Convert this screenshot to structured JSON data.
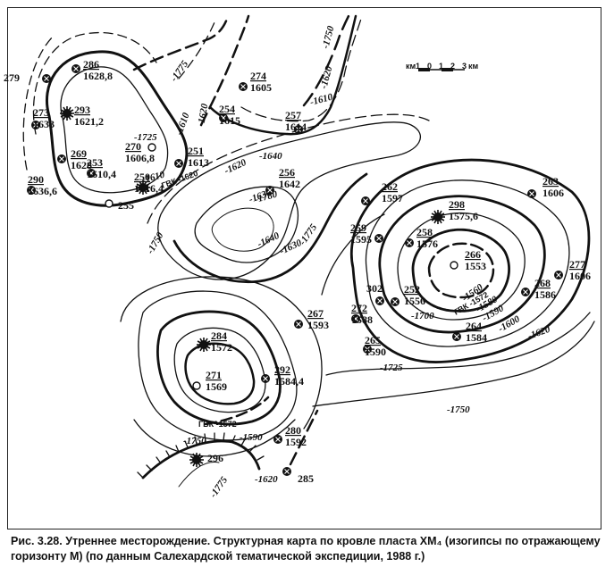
{
  "caption": "Рис. 3.28. Утреннее месторождение. Структурная карта по кровле пласта ХМ₄ (изогипсы по отражающему горизонту М) (по данным Салехардской тематической экспедиции, 1988 г.)",
  "scale": {
    "unit_left": "км",
    "ticks": [
      "1",
      "0",
      "1",
      "2",
      "3"
    ],
    "unit_right": "км"
  },
  "wells": [
    {
      "number": "279",
      "depth": "",
      "type": "dry"
    },
    {
      "number": "286",
      "depth": "1628,8",
      "type": "dry"
    },
    {
      "number": "293",
      "depth": "1621,2",
      "type": "gas"
    },
    {
      "number": "273",
      "depth": "1633",
      "type": "dry"
    },
    {
      "number": "269",
      "depth": "1628",
      "type": "dry"
    },
    {
      "number": "270",
      "depth": "1606,8",
      "type": "projected"
    },
    {
      "number": "251",
      "depth": "1613",
      "type": "dry"
    },
    {
      "number": "253",
      "depth": "1610,4",
      "type": "dry"
    },
    {
      "number": "290",
      "depth": "1636,6",
      "type": "dry"
    },
    {
      "number": "255",
      "depth": "",
      "type": "projected"
    },
    {
      "number": "250",
      "depth": "1616,4",
      "type": "gas"
    },
    {
      "number": "274",
      "depth": "1605",
      "type": "dry"
    },
    {
      "number": "254",
      "depth": "1615",
      "type": "dry"
    },
    {
      "number": "257",
      "depth": "1614",
      "type": "dry"
    },
    {
      "number": "256",
      "depth": "1642",
      "type": "dry"
    },
    {
      "number": "262",
      "depth": "1597",
      "type": "dry"
    },
    {
      "number": "298",
      "depth": "1575,6",
      "type": "gas"
    },
    {
      "number": "263",
      "depth": "1606",
      "type": "dry"
    },
    {
      "number": "259",
      "depth": "1595",
      "type": "dry"
    },
    {
      "number": "258",
      "depth": "1576",
      "type": "dry"
    },
    {
      "number": "266",
      "depth": "1553",
      "type": "projected"
    },
    {
      "number": "277",
      "depth": "1606",
      "type": "dry"
    },
    {
      "number": "268",
      "depth": "1586",
      "type": "dry"
    },
    {
      "number": "302",
      "depth": "",
      "type": "dry"
    },
    {
      "number": "252",
      "depth": "1556",
      "type": "dry"
    },
    {
      "number": "272",
      "depth": "1588",
      "type": "dry"
    },
    {
      "number": "267",
      "depth": "1593",
      "type": "dry"
    },
    {
      "number": "264",
      "depth": "1584",
      "type": "dry"
    },
    {
      "number": "265",
      "depth": "1590",
      "type": "dry"
    },
    {
      "number": "284",
      "depth": "1572",
      "type": "gas"
    },
    {
      "number": "271",
      "depth": "1569",
      "type": "projected"
    },
    {
      "number": "292",
      "depth": "1584,4",
      "type": "dry"
    },
    {
      "number": "280",
      "depth": "1592",
      "type": "dry"
    },
    {
      "number": "296",
      "depth": "",
      "type": "gas"
    },
    {
      "number": "285",
      "depth": "",
      "type": "dry"
    }
  ],
  "contour_labels": [
    "-1775",
    "-1610",
    "-1620",
    "-1750",
    "-1620",
    "-1610",
    "-1725",
    "-1610",
    "-1620",
    "-1630",
    "-1640",
    "-1780",
    "-1640",
    "-1630",
    "-1775",
    "-1750",
    "-1560",
    "-1580",
    "-1590",
    "-1600",
    "-1700",
    "-1620",
    "-1725",
    "-1750",
    "-1750",
    "-1590",
    "-1620",
    "-1775"
  ],
  "gvk_labels": [
    {
      "text": "ГВК -1620"
    },
    {
      "text": "ГВК -1572"
    },
    {
      "text": "ГВК -1572"
    }
  ]
}
